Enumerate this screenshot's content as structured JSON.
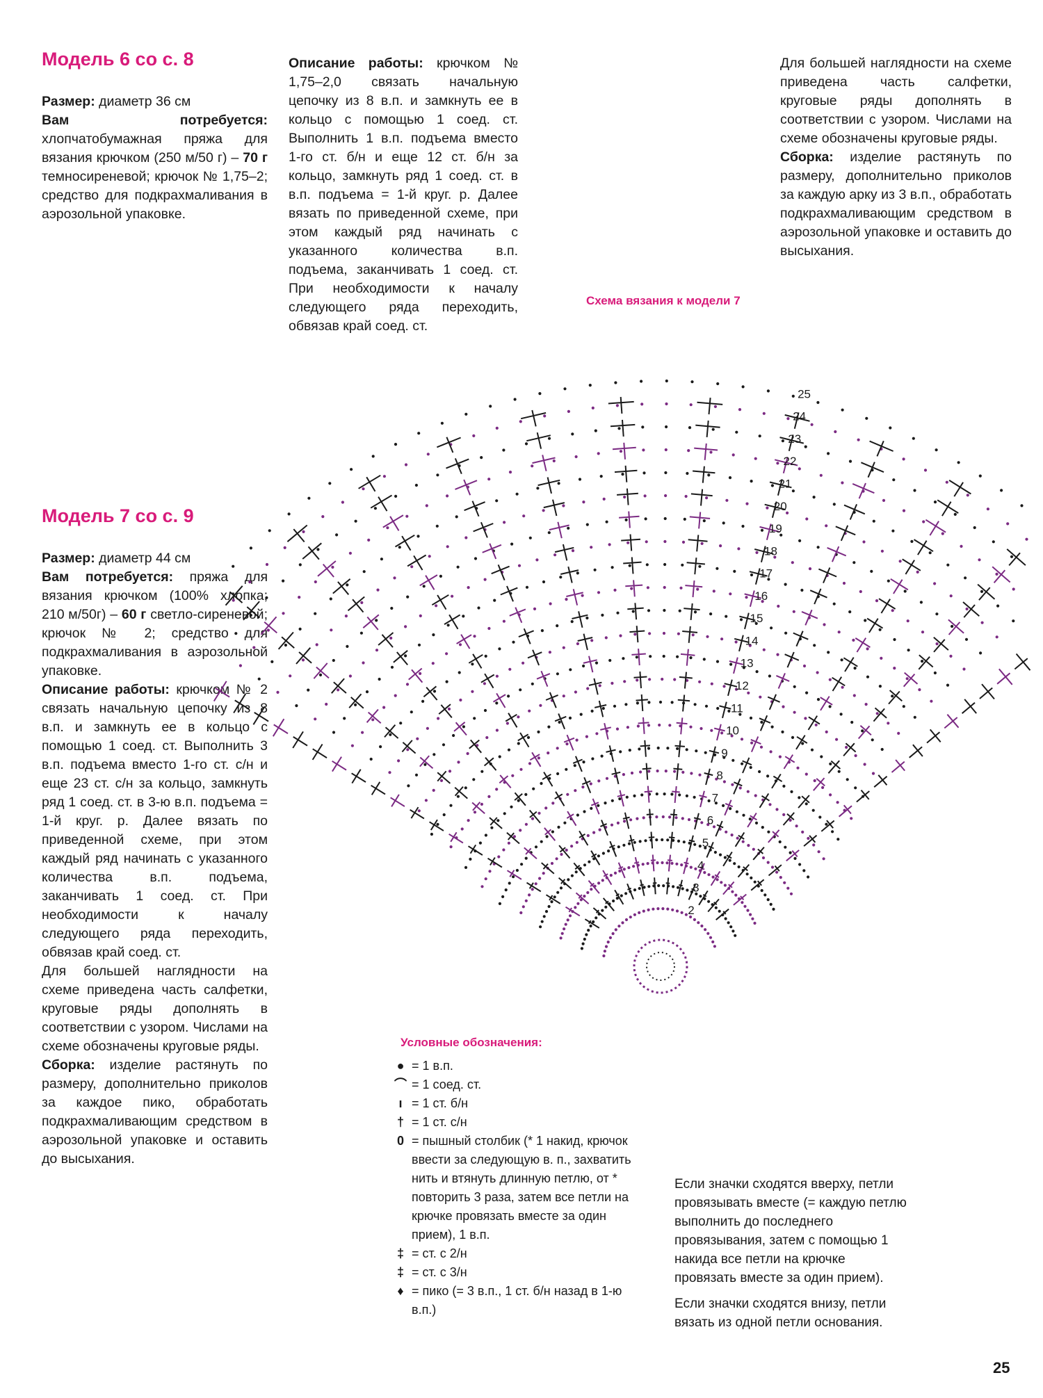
{
  "model6": {
    "heading": "Модель 6 со с. 8",
    "size_label": "Размер:",
    "size_value": "диаметр 36 см",
    "need_label": "Вам потребуется:",
    "need_text": "хлопчатобумажная пряжа для вязания крючком (250 м/50 г) –",
    "need_amount": "70 г",
    "need_text2": "темносиреневой; крючок № 1,75–2; средство для подкрахмаливания в аэрозольной упаковке.",
    "desc_label": "Описание работы:",
    "desc_text": "крючком № 1,75–2,0 связать начальную цепочку из 8 в.п. и замкнуть ее в кольцо с помощью 1 соед. ст. Выполнить 1 в.п. подъема вместо 1-го ст. б/н и еще 12 ст. б/н за кольцо, замкнуть ряд 1 соед. ст. в в.п. подъема = 1-й круг. р. Далее вязать по приведенной схеме, при этом каждый ряд начинать с указанного количества в.п. подъема, заканчивать 1 соед. ст. При необходимости к началу следующего ряда переходить, обвязав край соед. ст.",
    "desc_text2": "Для большей наглядности на схеме приведена часть салфетки, круговые ряды дополнять в соответствии с узором. Числами на схеме обозначены круговые ряды.",
    "assembly_label": "Сборка:",
    "assembly_text": "изделие растянуть по размеру, дополнительно приколов за каждую арку из 3 в.п., обработать подкрахмаливающим средством в аэрозольной упаковке и оставить до высыхания."
  },
  "model7": {
    "heading": "Модель 7 со с. 9",
    "size_label": "Размер:",
    "size_value": "диаметр 44 см",
    "need_label": "Вам потребуется:",
    "need_text": "пряжа для вязания крючком (100% хлопка; 210 м/50г) –",
    "need_amount": "60 г",
    "need_text2": "светло-сиреневой; крючок № 2; средство для подкрахмаливания в аэрозольной упаковке.",
    "desc_label": "Описание работы:",
    "desc_text": "крючком № 2 связать начальную цепочку из 8 в.п. и замкнуть ее в кольцо с помощью 1 соед. ст. Выполнить 3 в.п. подъема вместо 1-го ст. с/н и еще 23 ст. с/н за кольцо, замкнуть ряд 1 соед. ст. в 3-ю в.п. подъема = 1-й круг. р. Далее вязать по приведенной схеме, при этом каждый ряд начинать с указанного количества в.п. подъема, заканчивать 1 соед. ст. При необходимости к началу следующего ряда переходить, обвязав край соед. ст.",
    "desc_text2": "Для большей наглядности на схеме приведена часть салфетки, круговые ряды дополнять в соответствии с узором. Числами на схеме обозначены круговые ряды.",
    "assembly_label": "Сборка:",
    "assembly_text": "изделие растянуть по размеру, дополнительно приколов за каждое пико, обработать подкрахмаливающим средством в аэрозольной упаковке и оставить до высыхания."
  },
  "schema": {
    "title": "Схема вязания к модели 7",
    "row_numbers": [
      "2",
      "3",
      "4",
      "5",
      "6",
      "7",
      "8",
      "9",
      "10",
      "11",
      "12",
      "13",
      "14",
      "15",
      "16",
      "17",
      "18",
      "19",
      "20",
      "21",
      "22",
      "23",
      "24",
      "25"
    ],
    "colors": {
      "purple": "#7b2a83",
      "black": "#1a1a1a"
    }
  },
  "legend": {
    "title": "Условные обозначения:",
    "items": [
      {
        "icon": "chain-dot-icon",
        "symbol": "●",
        "text": "= 1 в.п."
      },
      {
        "icon": "slip-stitch-icon",
        "symbol": "⌒",
        "text": "= 1 соед. ст."
      },
      {
        "icon": "single-crochet-icon",
        "symbol": "ı",
        "text": "= 1 ст. б/н"
      },
      {
        "icon": "double-crochet-icon",
        "symbol": "†",
        "text": "= 1 ст. с/н"
      },
      {
        "icon": "puff-stitch-icon",
        "symbol": "0",
        "text": "= пышный столбик (* 1 накид, крючок ввести за следующую в. п., захватить нить и втянуть длинную петлю, от * повторить 3 раза, затем все петли на крючке провязать вместе за один прием), 1 в.п."
      },
      {
        "icon": "treble-crochet-icon",
        "symbol": "‡",
        "text": "= ст. с 2/н"
      },
      {
        "icon": "double-treble-icon",
        "symbol": "‡",
        "text": "= ст. с 3/н"
      },
      {
        "icon": "picot-icon",
        "symbol": "♦",
        "text": "= пико (= 3 в.п., 1 ст. б/н назад в 1-ю в.п.)"
      }
    ]
  },
  "note": {
    "p1": "Если значки сходятся вверху, петли провязывать вместе (= каждую петлю выполнить до последнего провязывания, затем с помощью 1 накида все петли на крючке провязать вместе за один прием).",
    "p2": "Если значки сходятся внизу, петли вязать из одной петли основания."
  },
  "page_number": "25"
}
